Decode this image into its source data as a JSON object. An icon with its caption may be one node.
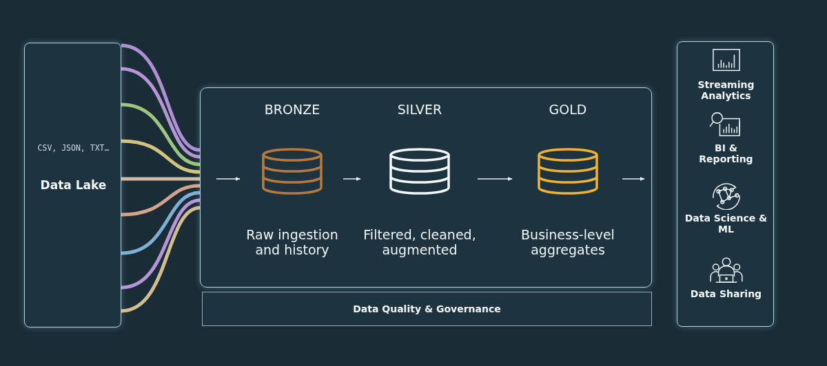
{
  "diagram": {
    "nodes": [
      {
        "text": [],
        "shape": "box"
      },
      {
        "text": [
          "CSV, JSON, TXT…"
        ],
        "in": 0
      },
      {
        "text": [
          "Data Lake"
        ],
        "in": 0
      },
      {
        "text": [],
        "shape": "box"
      },
      {
        "text": [
          "BRONZE",
          "Raw ingestion and history"
        ],
        "in": 3
      },
      {
        "text": [
          "SILVER",
          "Filtered, cleaned, augmented"
        ],
        "in": 3
      },
      {
        "text": [
          "GOLD",
          "Business-level aggregates"
        ],
        "in": 3
      },
      {
        "text": [
          "Data Quality & Governance"
        ]
      },
      {
        "text": [],
        "shape": "box"
      },
      {
        "text": [
          "Streaming Analytics"
        ],
        "in": 8
      },
      {
        "text": [
          "BI & Reporting"
        ],
        "in": 8
      },
      {
        "text": [
          "Data Science & ML"
        ],
        "in": 8
      },
      {
        "text": [
          "Data Sharing"
        ],
        "in": 8
      }
    ],
    "edges": [
      {
        "from": 0,
        "to": 3,
        "arrow": "none",
        "color": "#c9a3f0"
      },
      {
        "from": 0,
        "to": 3,
        "arrow": "none",
        "color": "#d2a8f2"
      },
      {
        "from": 0,
        "to": 3,
        "arrow": "none",
        "color": "#b5e08a"
      },
      {
        "from": 0,
        "to": 3,
        "arrow": "none",
        "color": "#f2df8a"
      },
      {
        "from": 0,
        "to": 3,
        "arrow": "none",
        "color": "#f2d2b8"
      },
      {
        "from": 0,
        "to": 3,
        "arrow": "none",
        "color": "#f5b99a"
      },
      {
        "from": 0,
        "to": 3,
        "arrow": "none",
        "color": "#8fc8f0"
      },
      {
        "from": 0,
        "to": 3,
        "arrow": "none",
        "color": "#d2a8f2"
      },
      {
        "from": 0,
        "to": 3,
        "arrow": "none",
        "color": "#f2d8a0"
      },
      {
        "from": null,
        "to": 4,
        "arrow": "to"
      },
      {
        "from": 4,
        "to": 5,
        "arrow": "to"
      },
      {
        "from": 5,
        "to": 6,
        "arrow": "to"
      },
      {
        "from": 6,
        "to": null,
        "arrow": "to"
      }
    ]
  }
}
